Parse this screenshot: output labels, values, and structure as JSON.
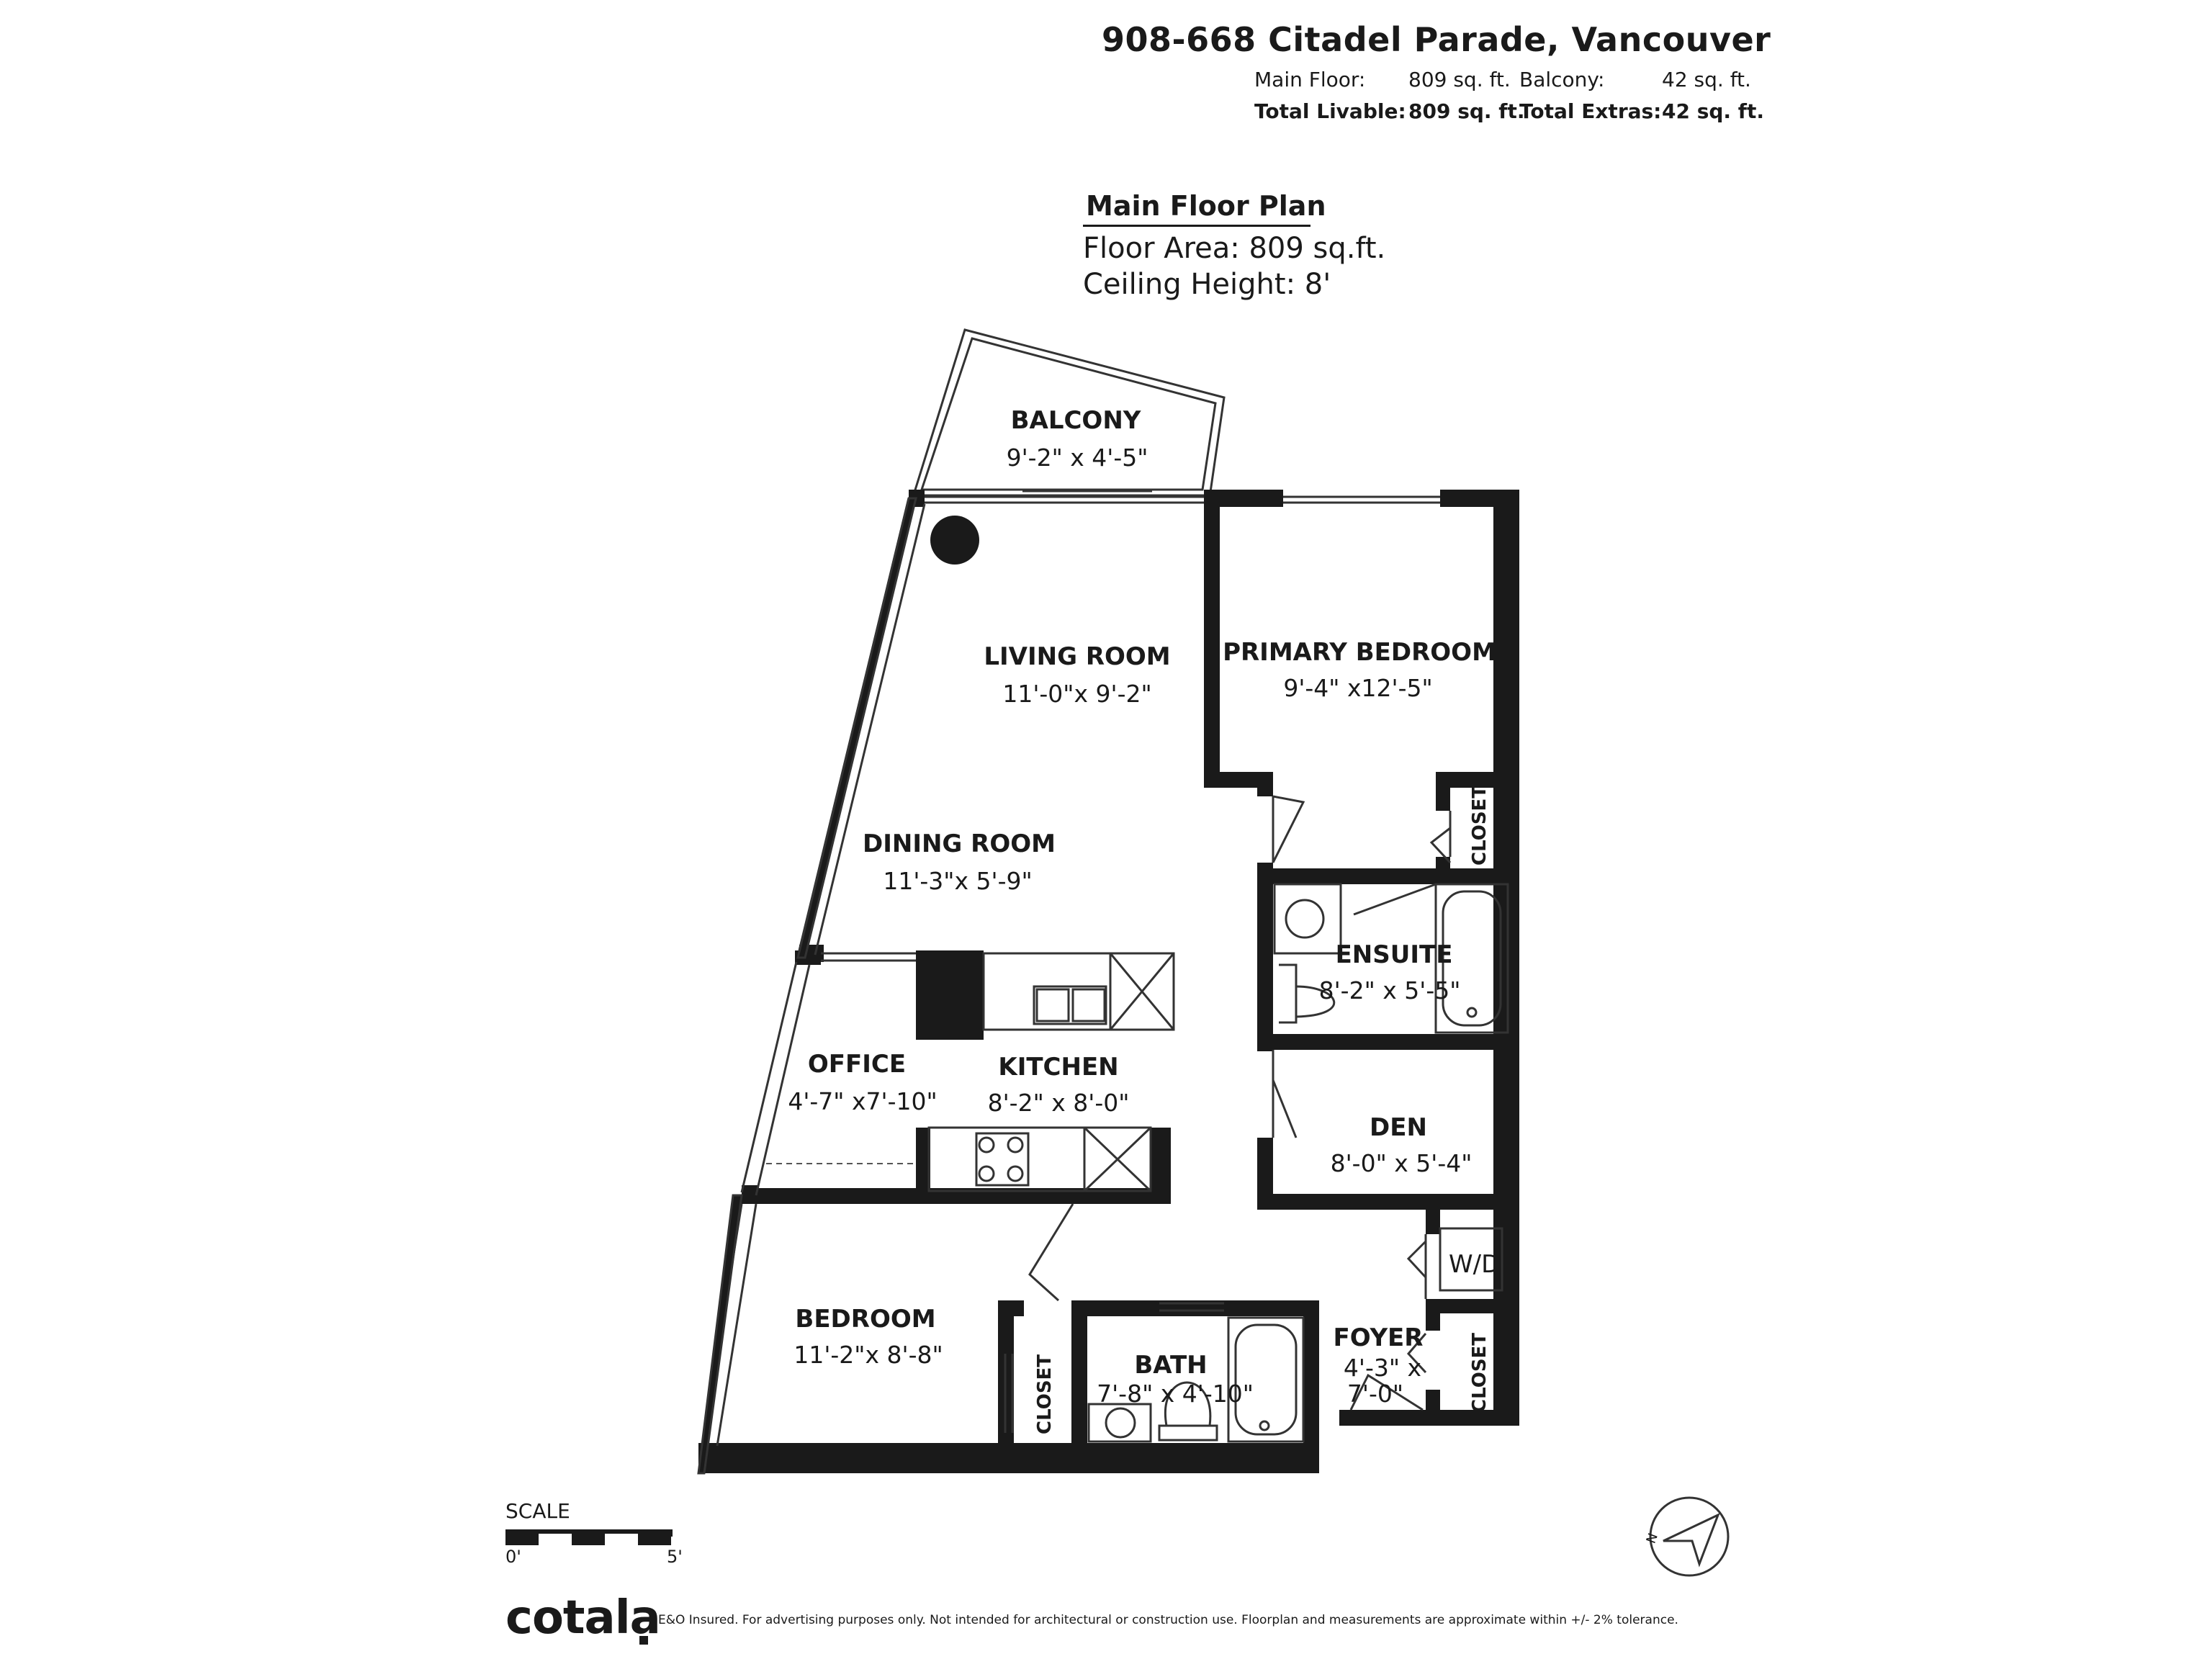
{
  "header": {
    "address": "908-668 Citadel Parade, Vancouver",
    "main_floor_label": "Main Floor:",
    "main_floor_value": "809 sq. ft.",
    "balcony_label": "Balcony:",
    "balcony_value": "42 sq. ft.",
    "total_livable_label": "Total Livable:",
    "total_livable_value": "809 sq. ft.",
    "total_extras_label": "Total Extras:",
    "total_extras_value": "42 sq. ft."
  },
  "plan_info": {
    "title": "Main Floor Plan",
    "floor_area": "Floor Area: 809 sq.ft.",
    "ceiling_height": "Ceiling Height: 8'"
  },
  "rooms": {
    "balcony": {
      "name": "BALCONY",
      "dims": "9'-2\" x 4'-5\""
    },
    "living": {
      "name": "LIVING ROOM",
      "dims": "11'-0\"x 9'-2\""
    },
    "primary": {
      "name": "PRIMARY BEDROOM",
      "dims": "9'-4\" x12'-5\""
    },
    "dining": {
      "name": "DINING ROOM",
      "dims": "11'-3\"x 5'-9\""
    },
    "ensuite": {
      "name": "ENSUITE",
      "dims": "8'-2\" x 5'-5\""
    },
    "office": {
      "name": "OFFICE",
      "dims": "4'-7\" x7'-10\""
    },
    "kitchen": {
      "name": "KITCHEN",
      "dims": "8'-2\" x 8'-0\""
    },
    "den": {
      "name": "DEN",
      "dims": "8'-0\" x 5'-4\""
    },
    "bedroom": {
      "name": "BEDROOM",
      "dims": "11'-2\"x 8'-8\""
    },
    "bath": {
      "name": "BATH",
      "dims": "7'-8\" x 4'-10\""
    },
    "foyer": {
      "name": "FOYER",
      "dims_line1": "4'-3\" x",
      "dims_line2": "7'-0\""
    }
  },
  "labels": {
    "closet": "CLOSET",
    "washer_dryer": "W/D"
  },
  "scale": {
    "label": "SCALE",
    "start": "0'",
    "end": "5'"
  },
  "compass": {
    "north": "N"
  },
  "footer": {
    "brand": "cotala",
    "disclaimer": "E&O Insured. For advertising purposes only. Not intended for architectural or construction use. Floorplan and measurements are approximate within +/- 2% tolerance."
  },
  "colors": {
    "wall": "#1a1a1a",
    "line": "#333333",
    "background": "#ffffff"
  }
}
